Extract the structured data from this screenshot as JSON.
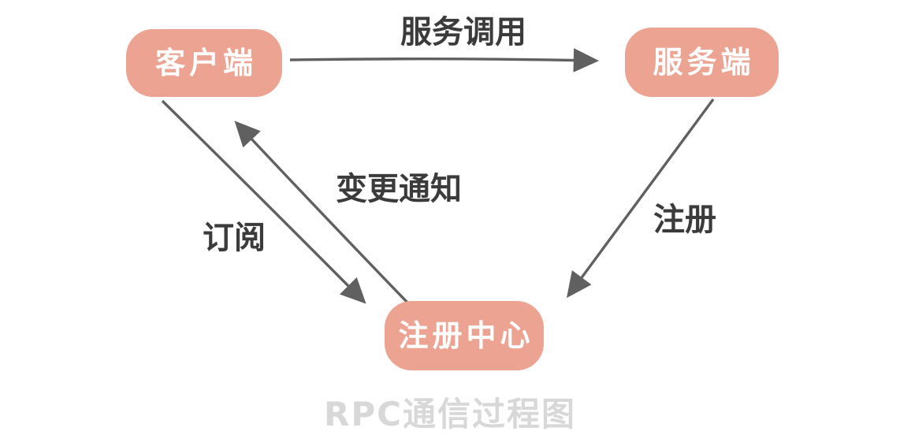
{
  "diagram": {
    "title": "RPC通信过程图",
    "nodes": [
      {
        "id": "client",
        "label": "客户端"
      },
      {
        "id": "server",
        "label": "服务端"
      },
      {
        "id": "registry",
        "label": "注册中心"
      }
    ],
    "edges": [
      {
        "id": "service-call",
        "label": "服务调用",
        "from": "client",
        "to": "server"
      },
      {
        "id": "register",
        "label": "注册",
        "from": "server",
        "to": "registry"
      },
      {
        "id": "subscribe",
        "label": "订阅",
        "from": "client",
        "to": "registry"
      },
      {
        "id": "change-notify",
        "label": "变更通知",
        "from": "registry",
        "to": "client"
      }
    ],
    "colors": {
      "node_fill": "#eca391",
      "node_text": "#ffffff",
      "arrow": "#606060",
      "edge_label_text": "#3b3b3b",
      "title_text": "#d8d8d8",
      "background": "#ffffff"
    }
  }
}
